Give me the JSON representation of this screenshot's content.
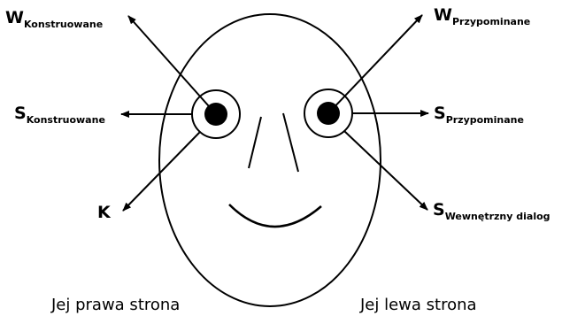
{
  "labels": {
    "top_left": {
      "main": "W",
      "sub": "Konstruowane"
    },
    "mid_left": {
      "main": "S",
      "sub": "Konstruowane"
    },
    "bottom_left": {
      "main": "K"
    },
    "top_right": {
      "main": "W",
      "sub": "Przypominane"
    },
    "mid_right": {
      "main": "S",
      "sub": "Przypominane"
    },
    "bottom_right": {
      "main": "S",
      "sub": "Wewnętrzny dialog"
    }
  },
  "captions": {
    "left": "Jej prawa strona",
    "right": "Jej lewa strona"
  }
}
